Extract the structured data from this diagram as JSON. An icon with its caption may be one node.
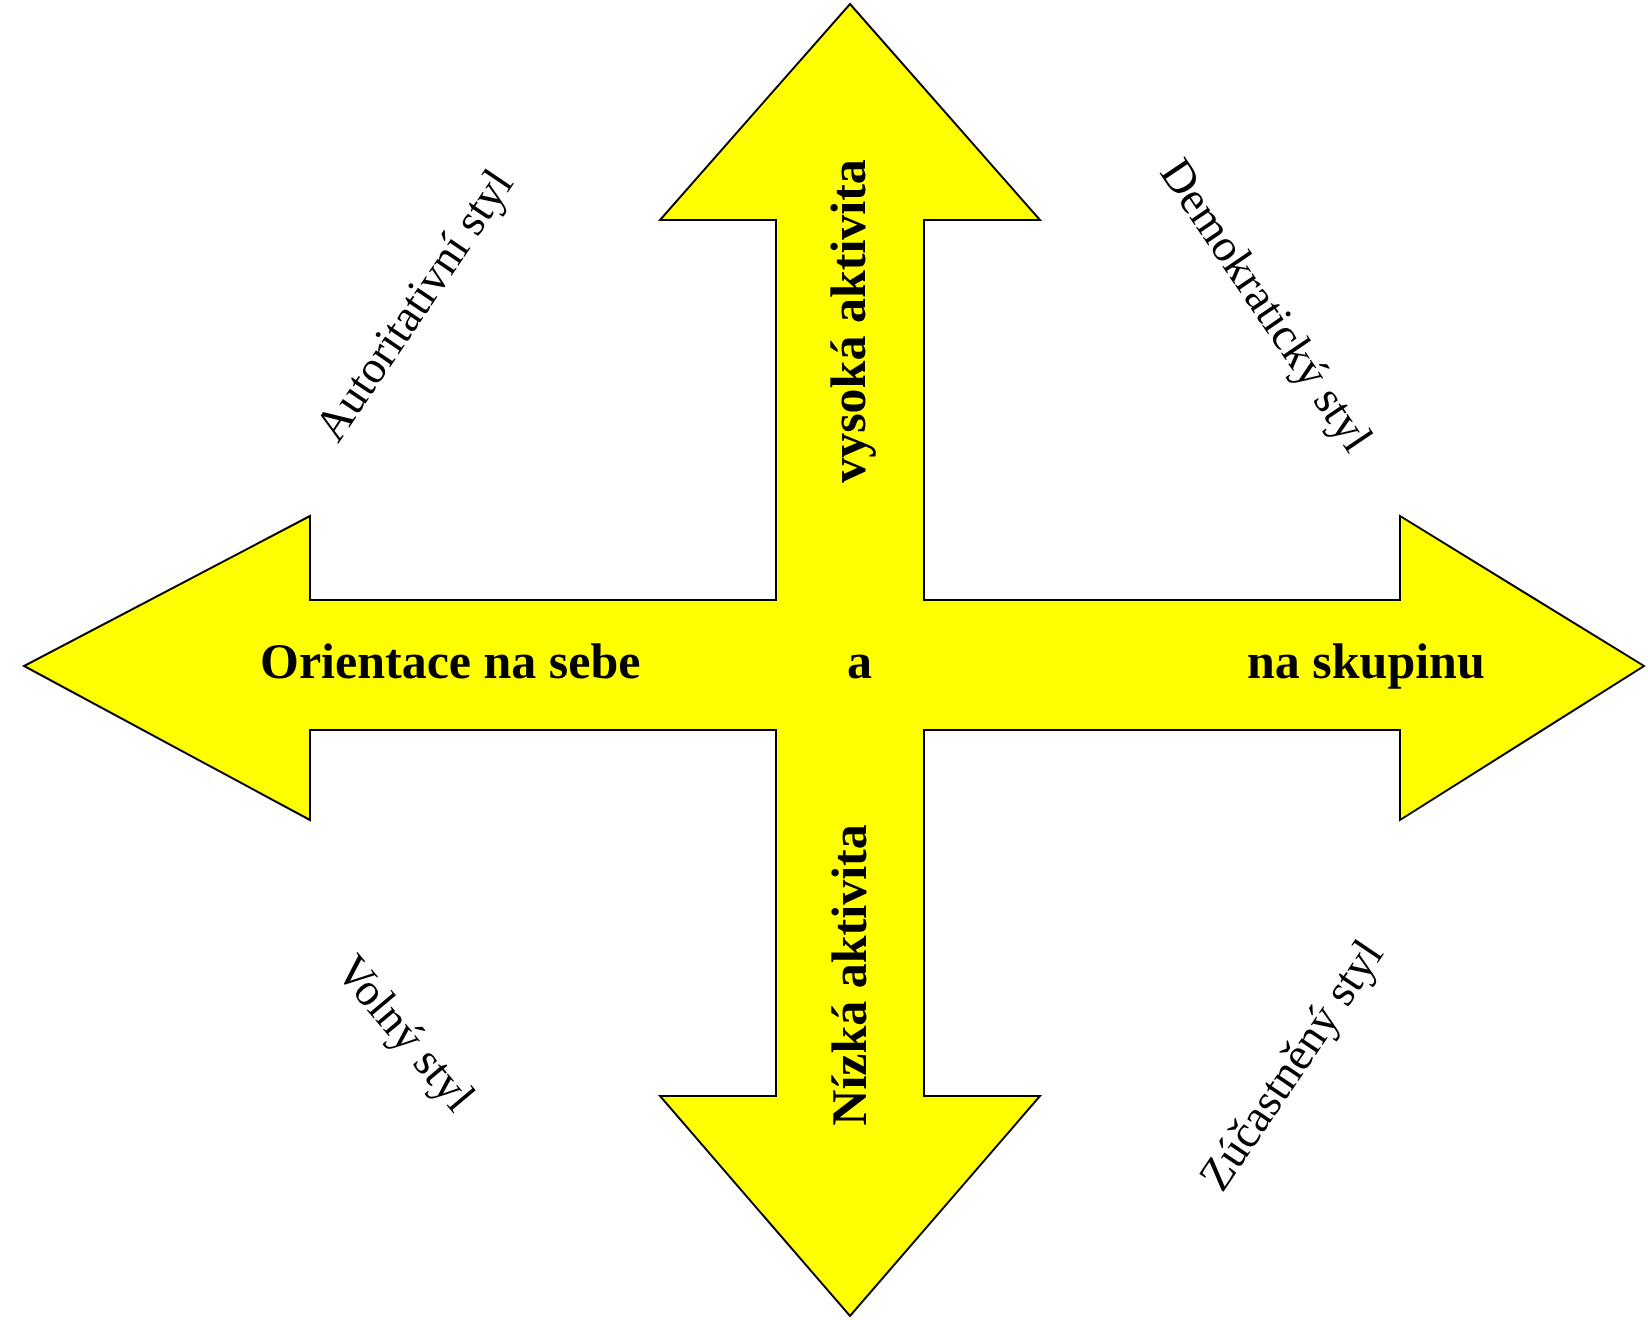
{
  "diagram": {
    "nodes": [
      {
        "text": [
          "Orientace na sebe",
          "a",
          "na skupinu",
          "vysoká aktivita",
          "Nízká aktivita"
        ]
      }
    ],
    "labels": [
      "Autoritativní styl",
      "Demokratický styl",
      "Volný styl",
      "Zúčastněný styl"
    ]
  }
}
